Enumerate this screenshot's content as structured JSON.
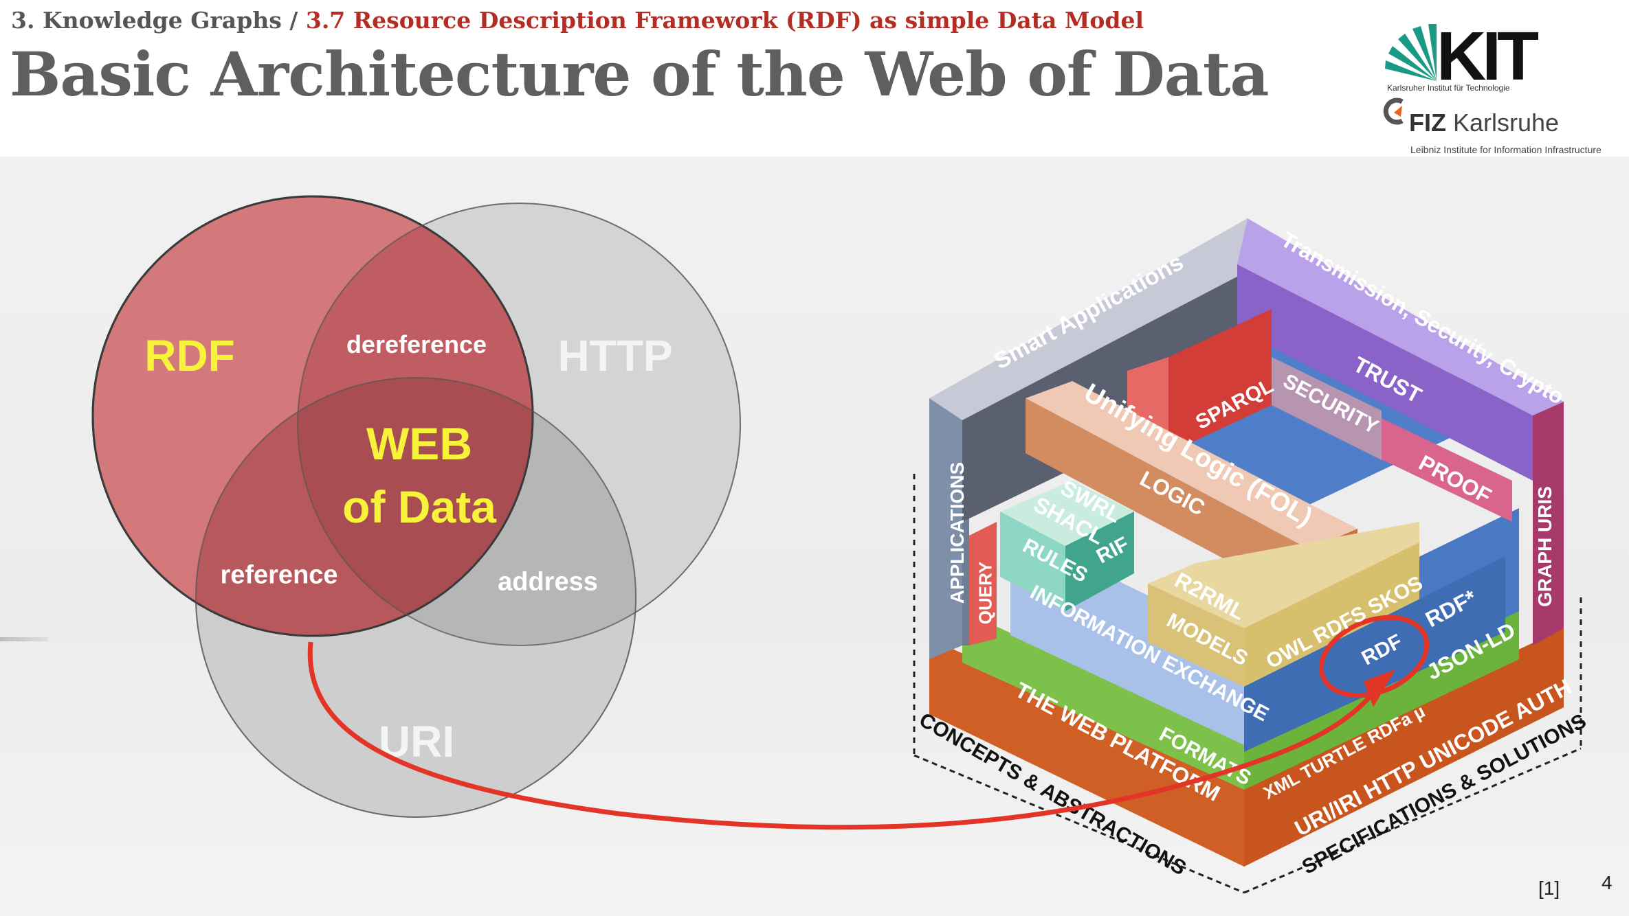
{
  "header": {
    "breadcrumb_section": "3. Knowledge Graphs",
    "breadcrumb_separator": "/",
    "breadcrumb_subsection": "3.7 Resource Description Framework (RDF) as simple Data Model",
    "title": "Basic Architecture of the Web of Data"
  },
  "logos": {
    "kit_word": "KIT",
    "kit_subtitle": "Karlsruher Institut für Technologie",
    "fiz_bold": "FIZ",
    "fiz_name": "Karlsruhe",
    "fiz_subtitle": "Leibniz Institute for Information Infrastructure"
  },
  "venn": {
    "rdf": "RDF",
    "http": "HTTP",
    "uri": "URI",
    "center_line1": "WEB",
    "center_line2": "of Data",
    "dereference": "dereference",
    "reference": "reference",
    "address": "address"
  },
  "cube": {
    "smart_applications": "Smart Applications",
    "transmission": "Transmission, Security, Crypto",
    "trust": "TRUST",
    "proof": "PROOF",
    "security": "SECURITY",
    "sparql": "SPARQL",
    "unifying_logic": "Unifying Logic (FOL)",
    "logic": "LOGIC",
    "swrl": "SWRL",
    "shacl": "SHACL",
    "rules": "RULES",
    "rif": "RIF",
    "r2rml": "R2RML",
    "models": "MODELS",
    "owl_rdfs_skos": "OWL RDFS SKOS",
    "rdf_star": "RDF*",
    "rdf": "RDF",
    "json_ld": "JSON-LD",
    "applications": "APPLICATIONS",
    "query": "QUERY",
    "information_exchange": "INFORMATION EXCHANGE",
    "formats": "FORMATS",
    "graph_uris": "GRAPH URIS",
    "xml_turtle": "XML TURTLE RDFa µ",
    "the_web_platform": "THE WEB PLATFORM",
    "uri_iri_http": "URI/IRI HTTP UNICODE AUTH",
    "concepts_abstractions": "CONCEPTS & ABSTRACTIONS",
    "specifications_solutions": "SPECIFICATIONS & SOLUTIONS"
  },
  "footer": {
    "reference": "[1]",
    "page_number": "4"
  },
  "colors": {
    "accent_red": "#b32d24",
    "venn_rdf": "#c9585c",
    "venn_label_yellow": "#f7f23a",
    "arrow_red": "#e23527"
  }
}
